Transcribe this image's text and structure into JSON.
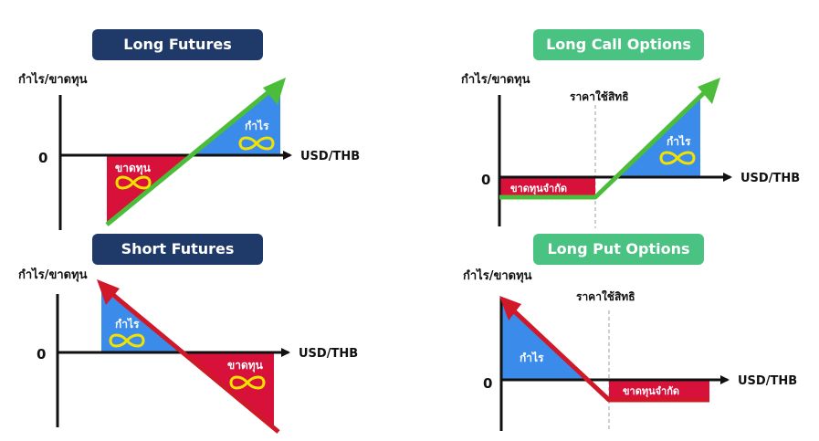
{
  "colors": {
    "dark_navy": "#1f3a68",
    "green_tag": "#4ac281",
    "profit_blue": "#3b8cea",
    "loss_red": "#d8113b",
    "payoff_green": "#4bbd3a",
    "short_red_line": "#d01828",
    "infinity_yellow": "#f2e200",
    "axis": "#111111",
    "strike_dash": "#bdbdbd"
  },
  "icons": {
    "arrowhead": "triangle",
    "infinity": "infinity-symbol"
  },
  "panels": {
    "long_futures": {
      "title": "Long Futures",
      "ylabel": "กำไร/ขาดทุน",
      "zero": "0",
      "xlabel": "USD/THB",
      "profit": "กำไร",
      "loss": "ขาดทุน"
    },
    "short_futures": {
      "title": "Short Futures",
      "ylabel": "กำไร/ขาดทุน",
      "zero": "0",
      "xlabel": "USD/THB",
      "profit": "กำไร",
      "loss": "ขาดทุน"
    },
    "long_call": {
      "title": "Long Call Options",
      "ylabel": "กำไร/ขาดทุน",
      "zero": "0",
      "xlabel": "USD/THB",
      "strike": "ราคาใช้สิทธิ",
      "profit": "กำไร",
      "limited_loss": "ขาดทุนจำกัด"
    },
    "long_put": {
      "title": "Long Put Options",
      "ylabel": "กำไร/ขาดทุน",
      "zero": "0",
      "xlabel": "USD/THB",
      "strike": "ราคาใช้สิทธิ",
      "profit": "กำไร",
      "limited_loss": "ขาดทุนจำกัด"
    }
  }
}
